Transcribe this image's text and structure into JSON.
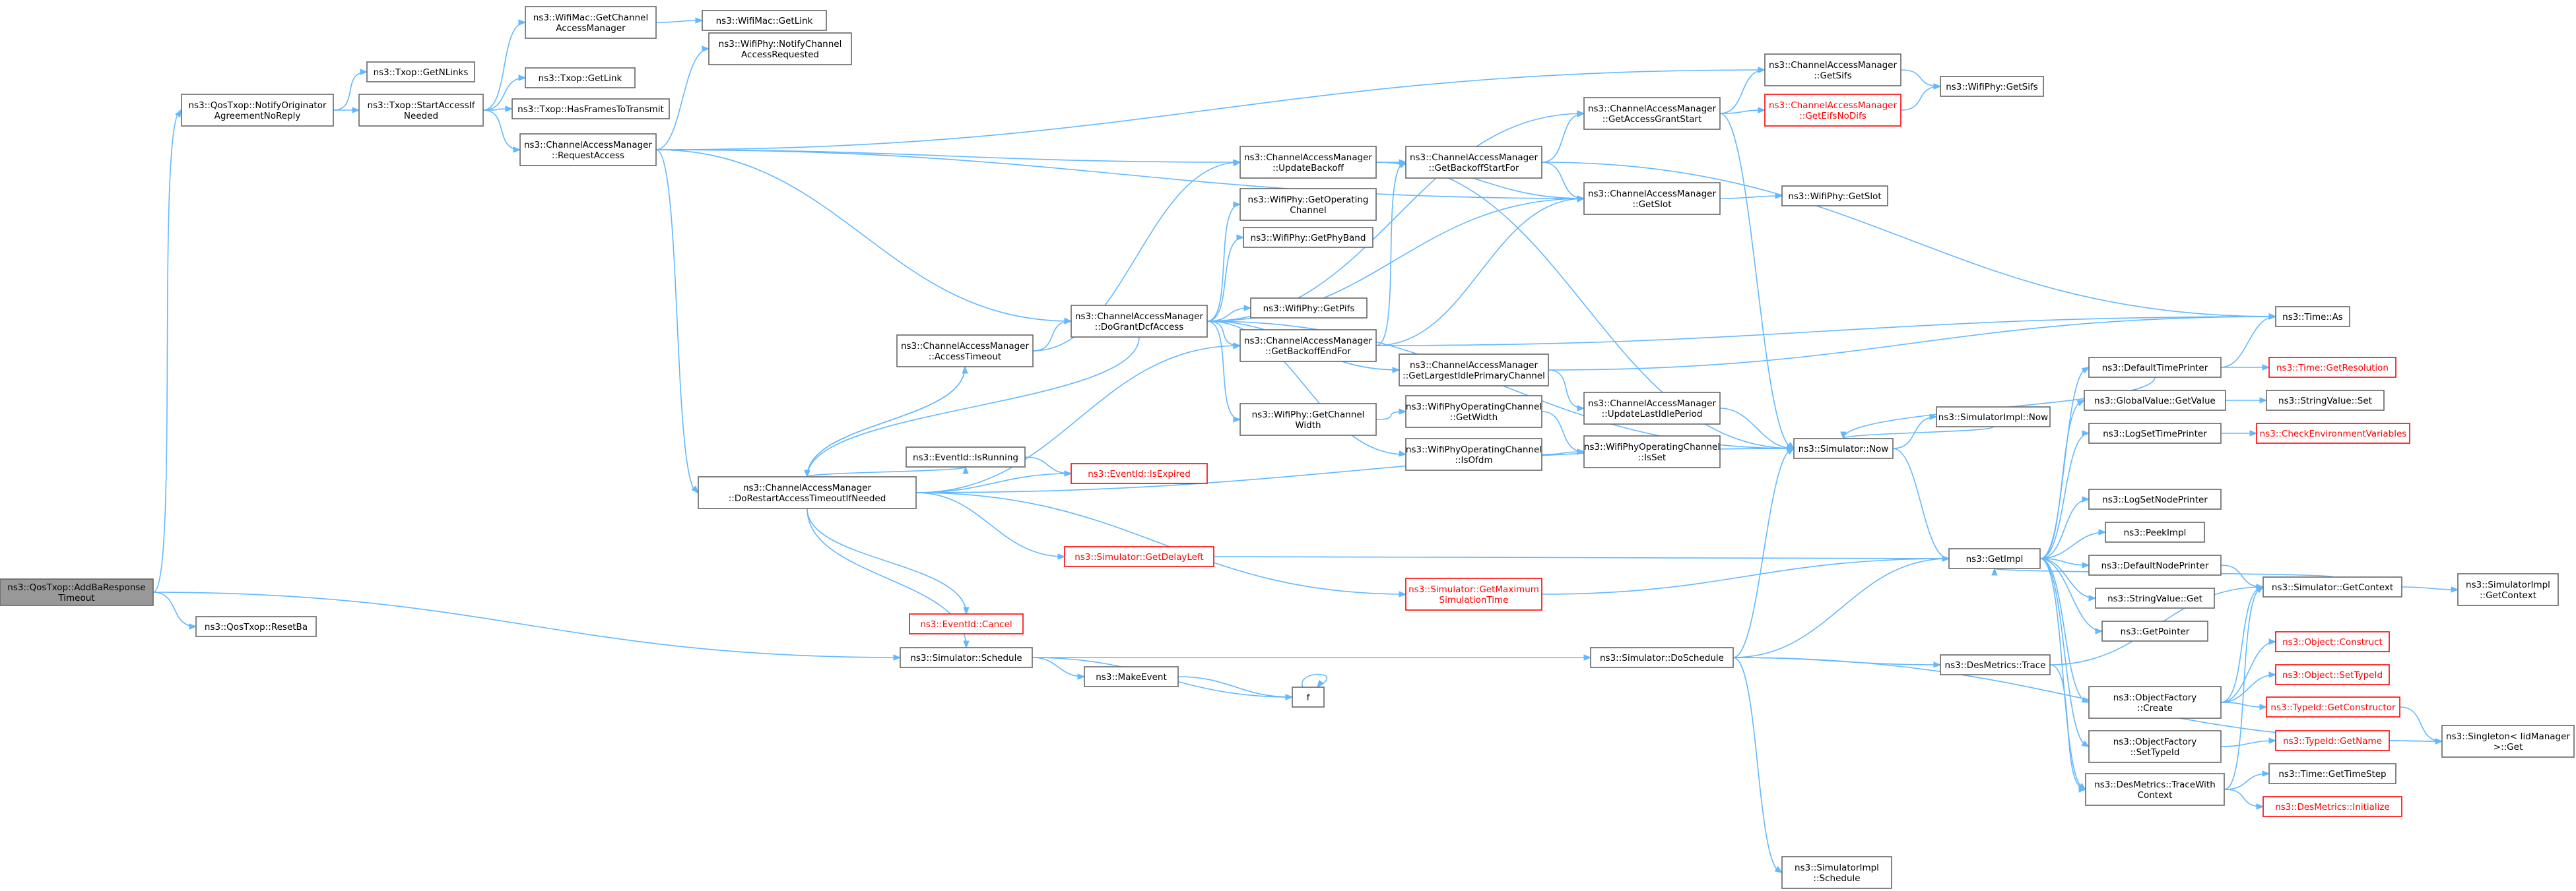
{
  "graph": {
    "nodes": [
      {
        "id": "addba",
        "lines": [
          "ns3::QosTxop::AddBaResponse",
          "Timeout"
        ],
        "style": "root"
      },
      {
        "id": "notify",
        "lines": [
          "ns3::QosTxop::NotifyOriginator",
          "AgreementNoReply"
        ]
      },
      {
        "id": "resetba",
        "lines": [
          "ns3::QosTxop::ResetBa"
        ]
      },
      {
        "id": "getnlinks",
        "lines": [
          "ns3::Txop::GetNLinks"
        ]
      },
      {
        "id": "startacc",
        "lines": [
          "ns3::Txop::StartAccessIf",
          "Needed"
        ]
      },
      {
        "id": "getcam",
        "lines": [
          "ns3::WifiMac::GetChannel",
          "AccessManager"
        ]
      },
      {
        "id": "wmgetlink",
        "lines": [
          "ns3::WifiMac::GetLink"
        ]
      },
      {
        "id": "txgetlink",
        "lines": [
          "ns3::Txop::GetLink"
        ]
      },
      {
        "id": "hasframes",
        "lines": [
          "ns3::Txop::HasFramesToTransmit"
        ]
      },
      {
        "id": "reqaccess",
        "lines": [
          "ns3::ChannelAccessManager",
          "::RequestAccess"
        ]
      },
      {
        "id": "notifyreq",
        "lines": [
          "ns3::WifiPhy::NotifyChannel",
          "AccessRequested"
        ]
      },
      {
        "id": "updbackoff",
        "lines": [
          "ns3::ChannelAccessManager",
          "::UpdateBackoff"
        ]
      },
      {
        "id": "getopch",
        "lines": [
          "ns3::WifiPhy::GetOperating",
          "Channel"
        ]
      },
      {
        "id": "getphyband",
        "lines": [
          "ns3::WifiPhy::GetPhyBand"
        ]
      },
      {
        "id": "dogrant",
        "lines": [
          "ns3::ChannelAccessManager",
          "::DoGrantDcfAccess"
        ]
      },
      {
        "id": "getpifs",
        "lines": [
          "ns3::WifiPhy::GetPifs"
        ]
      },
      {
        "id": "getbackoffend",
        "lines": [
          "ns3::ChannelAccessManager",
          "::GetBackoffEndFor"
        ]
      },
      {
        "id": "getchwidth",
        "lines": [
          "ns3::WifiPhy::GetChannel",
          "Width"
        ]
      },
      {
        "id": "acctimeout",
        "lines": [
          "ns3::ChannelAccessManager",
          "::AccessTimeout"
        ]
      },
      {
        "id": "dorestart",
        "lines": [
          "ns3::ChannelAccessManager",
          "::DoRestartAccessTimeoutIfNeeded"
        ]
      },
      {
        "id": "isrunning",
        "lines": [
          "ns3::EventId::IsRunning"
        ]
      },
      {
        "id": "isexpired",
        "lines": [
          "ns3::EventId::IsExpired"
        ],
        "style": "red"
      },
      {
        "id": "getdelay",
        "lines": [
          "ns3::Simulator::GetDelayLeft"
        ],
        "style": "red"
      },
      {
        "id": "cancel",
        "lines": [
          "ns3::EventId::Cancel"
        ],
        "style": "red"
      },
      {
        "id": "schedule",
        "lines": [
          "ns3::Simulator::Schedule"
        ]
      },
      {
        "id": "makeevent",
        "lines": [
          "ns3::MakeEvent"
        ]
      },
      {
        "id": "f",
        "lines": [
          "f"
        ]
      },
      {
        "id": "getbackoffstart",
        "lines": [
          "ns3::ChannelAccessManager",
          "::GetBackoffStartFor"
        ]
      },
      {
        "id": "getlargest",
        "lines": [
          "ns3::ChannelAccessManager",
          "::GetLargestIdlePrimaryChannel"
        ]
      },
      {
        "id": "opchgetwidth",
        "lines": [
          "ns3::WifiPhyOperatingChannel",
          "::GetWidth"
        ]
      },
      {
        "id": "isofdm",
        "lines": [
          "ns3::WifiPhyOperatingChannel",
          "::IsOfdm"
        ]
      },
      {
        "id": "getmaxsim",
        "lines": [
          "ns3::Simulator::GetMaximum",
          "SimulationTime"
        ],
        "style": "red"
      },
      {
        "id": "getaccgrant",
        "lines": [
          "ns3::ChannelAccessManager",
          "::GetAccessGrantStart"
        ]
      },
      {
        "id": "getsifs_cam",
        "lines": [
          "ns3::ChannelAccessManager",
          "::GetSifs"
        ]
      },
      {
        "id": "geteifs",
        "lines": [
          "ns3::ChannelAccessManager",
          "::GetEifsNoDifs"
        ],
        "style": "red"
      },
      {
        "id": "getslot_cam",
        "lines": [
          "ns3::ChannelAccessManager",
          "::GetSlot"
        ]
      },
      {
        "id": "updlastidle",
        "lines": [
          "ns3::ChannelAccessManager",
          "::UpdateLastIdlePeriod"
        ]
      },
      {
        "id": "isset",
        "lines": [
          "ns3::WifiPhyOperatingChannel",
          "::IsSet"
        ]
      },
      {
        "id": "simnow",
        "lines": [
          "ns3::Simulator::Now"
        ]
      },
      {
        "id": "doschedule",
        "lines": [
          "ns3::Simulator::DoSchedule"
        ]
      },
      {
        "id": "simimplsched",
        "lines": [
          "ns3::SimulatorImpl",
          "::Schedule"
        ]
      },
      {
        "id": "phygetsifs",
        "lines": [
          "ns3::WifiPhy::GetSifs"
        ]
      },
      {
        "id": "phygetslot",
        "lines": [
          "ns3::WifiPhy::GetSlot"
        ]
      },
      {
        "id": "simimplnow",
        "lines": [
          "ns3::SimulatorImpl::Now"
        ]
      },
      {
        "id": "getimpl",
        "lines": [
          "ns3::GetImpl"
        ]
      },
      {
        "id": "destrace",
        "lines": [
          "ns3::DesMetrics::Trace"
        ]
      },
      {
        "id": "deftimeprinter",
        "lines": [
          "ns3::DefaultTimePrinter"
        ]
      },
      {
        "id": "globalgetval",
        "lines": [
          "ns3::GlobalValue::GetValue"
        ]
      },
      {
        "id": "logsettime",
        "lines": [
          "ns3::LogSetTimePrinter"
        ]
      },
      {
        "id": "logsetnode",
        "lines": [
          "ns3::LogSetNodePrinter"
        ]
      },
      {
        "id": "peekimpl",
        "lines": [
          "ns3::PeekImpl"
        ]
      },
      {
        "id": "defnodeprinter",
        "lines": [
          "ns3::DefaultNodePrinter"
        ]
      },
      {
        "id": "strvalget",
        "lines": [
          "ns3::StringValue::Get"
        ]
      },
      {
        "id": "getpointer",
        "lines": [
          "ns3::GetPointer"
        ]
      },
      {
        "id": "objfaccreate",
        "lines": [
          "ns3::ObjectFactory",
          "::Create"
        ]
      },
      {
        "id": "objfacsettype",
        "lines": [
          "ns3::ObjectFactory",
          "::SetTypeId"
        ]
      },
      {
        "id": "destracewith",
        "lines": [
          "ns3::DesMetrics::TraceWith",
          "Context"
        ]
      },
      {
        "id": "timeas",
        "lines": [
          "ns3::Time::As"
        ]
      },
      {
        "id": "timegetres",
        "lines": [
          "ns3::Time::GetResolution"
        ],
        "style": "red"
      },
      {
        "id": "strvalset",
        "lines": [
          "ns3::StringValue::Set"
        ]
      },
      {
        "id": "checkenv",
        "lines": [
          "ns3::CheckEnvironmentVariables"
        ],
        "style": "red"
      },
      {
        "id": "simgetctx",
        "lines": [
          "ns3::Simulator::GetContext"
        ]
      },
      {
        "id": "objconstruct",
        "lines": [
          "ns3::Object::Construct"
        ],
        "style": "red"
      },
      {
        "id": "objsettype",
        "lines": [
          "ns3::Object::SetTypeId"
        ],
        "style": "red"
      },
      {
        "id": "typegetctor",
        "lines": [
          "ns3::TypeId::GetConstructor"
        ],
        "style": "red"
      },
      {
        "id": "typegetname",
        "lines": [
          "ns3::TypeId::GetName"
        ],
        "style": "red"
      },
      {
        "id": "timegetstep",
        "lines": [
          "ns3::Time::GetTimeStep"
        ]
      },
      {
        "id": "desinit",
        "lines": [
          "ns3::DesMetrics::Initialize"
        ],
        "style": "red"
      },
      {
        "id": "simimplgetctx",
        "lines": [
          "ns3::SimulatorImpl",
          "::GetContext"
        ]
      },
      {
        "id": "singletonget",
        "lines": [
          "ns3::Singleton< IidManager",
          ">::Get"
        ]
      }
    ]
  }
}
